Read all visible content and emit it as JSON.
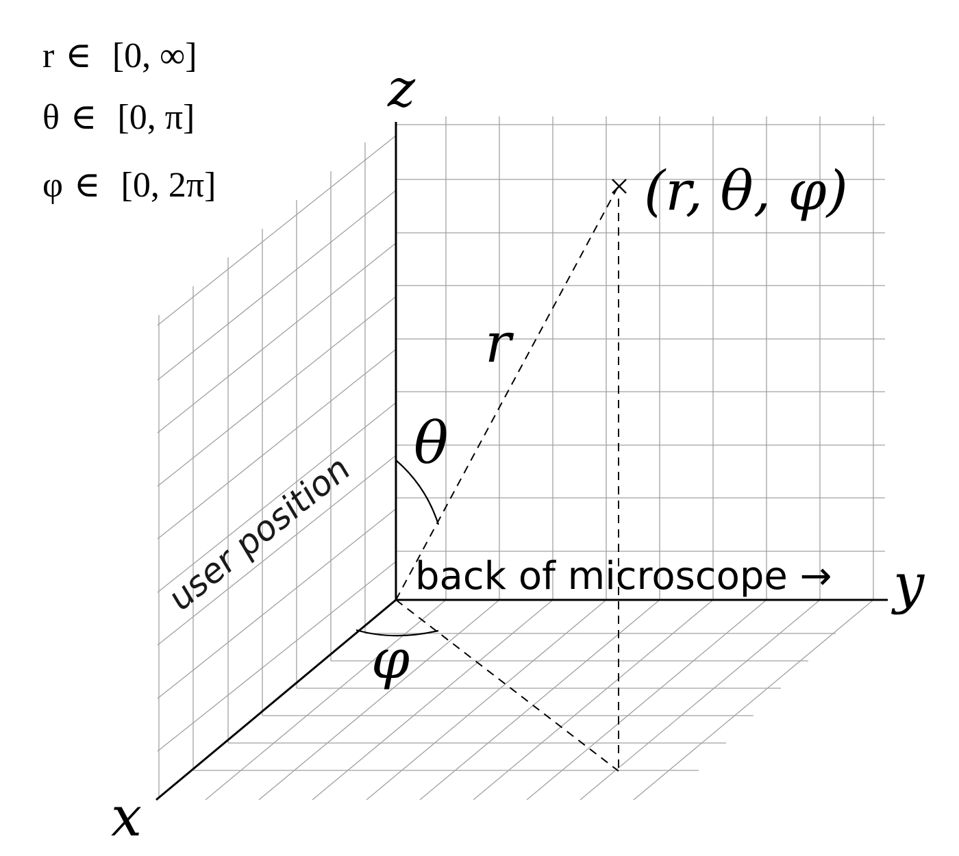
{
  "ranges": [
    {
      "variable": "r",
      "symbol": "∈",
      "interval": "[0, ∞]"
    },
    {
      "variable": "θ",
      "symbol": "∈",
      "interval": "[0, π]"
    },
    {
      "variable": "φ",
      "symbol": "∈",
      "interval": "[0, 2π]"
    }
  ],
  "axes": {
    "x": "x",
    "y": "y",
    "z": "z"
  },
  "labels": {
    "point": "(r, θ, φ)",
    "radius": "r",
    "polar_angle": "θ",
    "azimuth_angle": "φ",
    "user_position": "user position",
    "back_of_microscope": "back of microscope →"
  }
}
